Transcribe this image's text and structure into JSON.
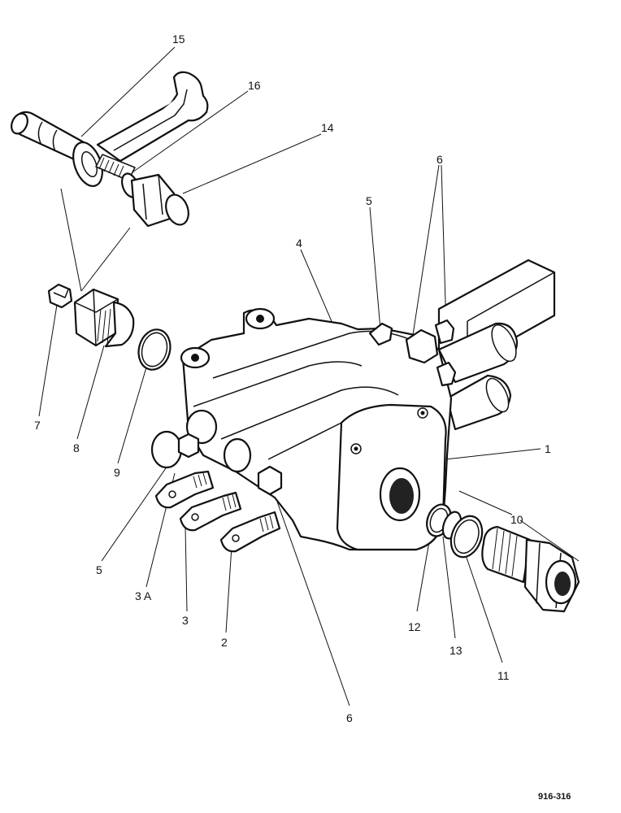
{
  "callouts": {
    "c15": "15",
    "c16": "16",
    "c14": "14",
    "c6_top": "6",
    "c5_top": "5",
    "c4": "4",
    "c1": "1",
    "c7": "7",
    "c8": "8",
    "c9": "9",
    "c10": "10",
    "c5_left": "5",
    "c3A": "3 A",
    "c3": "3",
    "c2": "2",
    "c12": "12",
    "c13": "13",
    "c11": "11",
    "c6_bottom": "6"
  },
  "reference_number": "916-316"
}
